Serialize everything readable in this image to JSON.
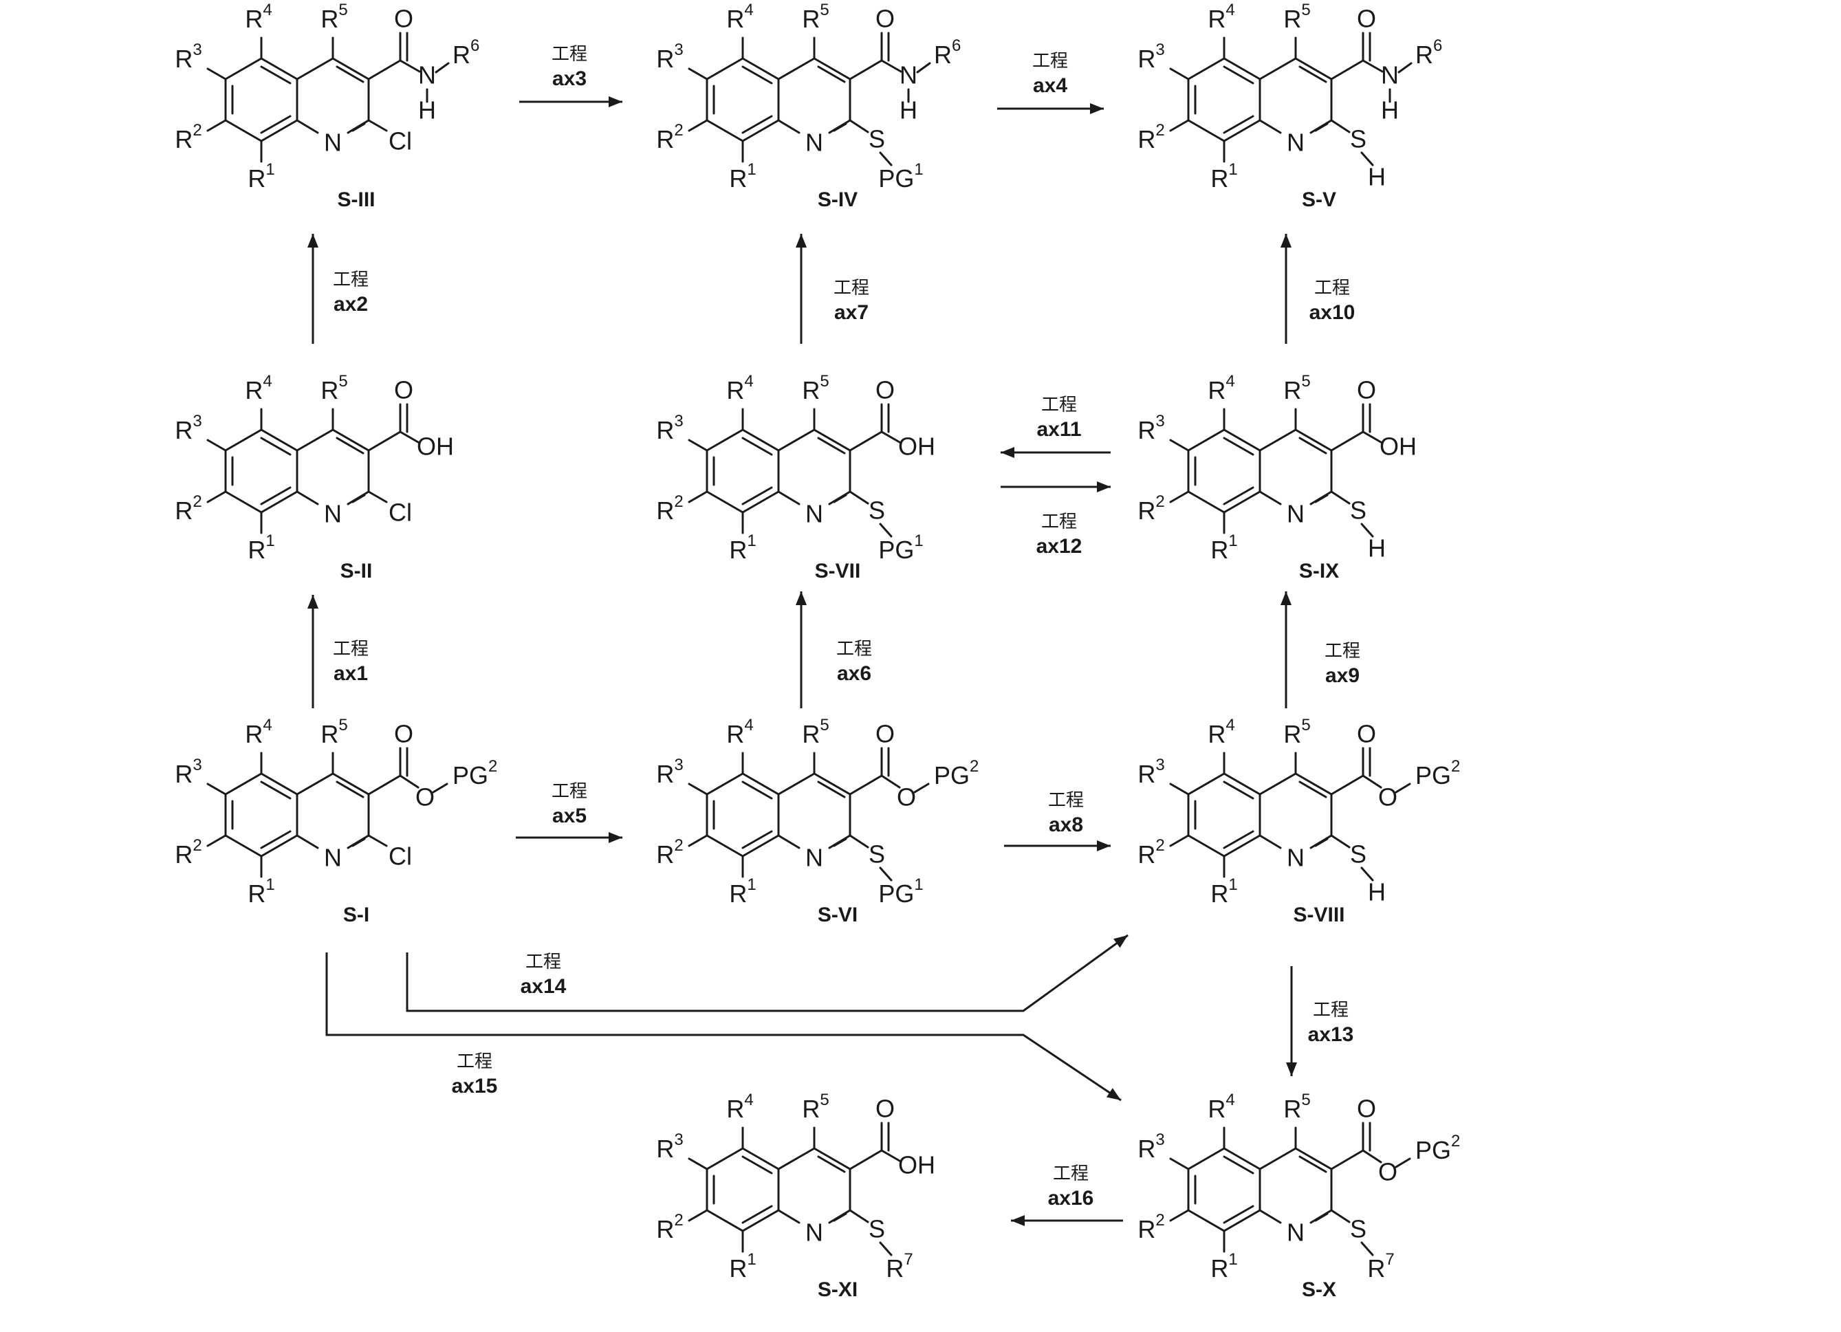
{
  "compounds": [
    {
      "id": "S-I",
      "label": "S-I",
      "ox": 230,
      "oy": 1040,
      "sub3": "ester",
      "sub2": "Cl"
    },
    {
      "id": "S-II",
      "label": "S-II",
      "ox": 230,
      "oy": 540,
      "sub3": "acid",
      "sub2": "Cl"
    },
    {
      "id": "S-III",
      "label": "S-III",
      "ox": 230,
      "oy": 0,
      "sub3": "amide",
      "sub2": "Cl"
    },
    {
      "id": "S-IV",
      "label": "S-IV",
      "ox": 930,
      "oy": 0,
      "sub3": "amide",
      "sub2": "SPG1"
    },
    {
      "id": "S-V",
      "label": "S-V",
      "ox": 1630,
      "oy": 0,
      "sub3": "amide",
      "sub2": "SH"
    },
    {
      "id": "S-VI",
      "label": "S-VI",
      "ox": 930,
      "oy": 1040,
      "sub3": "ester",
      "sub2": "SPG1"
    },
    {
      "id": "S-VII",
      "label": "S-VII",
      "ox": 930,
      "oy": 540,
      "sub3": "acid",
      "sub2": "SPG1"
    },
    {
      "id": "S-VIII",
      "label": "S-VIII",
      "ox": 1630,
      "oy": 1040,
      "sub3": "ester",
      "sub2": "SH"
    },
    {
      "id": "S-IX",
      "label": "S-IX",
      "ox": 1630,
      "oy": 540,
      "sub3": "acid",
      "sub2": "SH"
    },
    {
      "id": "S-X",
      "label": "S-X",
      "ox": 1630,
      "oy": 1585,
      "sub3": "ester",
      "sub2": "SR7"
    },
    {
      "id": "S-XI",
      "label": "S-XI",
      "ox": 930,
      "oy": 1585,
      "sub3": "acid",
      "sub2": "SR7"
    }
  ],
  "steps": [
    {
      "id": "ax1",
      "prefix": "工程",
      "label": "ax1"
    },
    {
      "id": "ax2",
      "prefix": "工程",
      "label": "ax2"
    },
    {
      "id": "ax3",
      "prefix": "工程",
      "label": "ax3"
    },
    {
      "id": "ax4",
      "prefix": "工程",
      "label": "ax4"
    },
    {
      "id": "ax5",
      "prefix": "工程",
      "label": "ax5"
    },
    {
      "id": "ax6",
      "prefix": "工程",
      "label": "ax6"
    },
    {
      "id": "ax7",
      "prefix": "工程",
      "label": "ax7"
    },
    {
      "id": "ax8",
      "prefix": "工程",
      "label": "ax8"
    },
    {
      "id": "ax9",
      "prefix": "工程",
      "label": "ax9"
    },
    {
      "id": "ax10",
      "prefix": "工程",
      "label": "ax10"
    },
    {
      "id": "ax11",
      "prefix": "工程",
      "label": "ax11"
    },
    {
      "id": "ax12",
      "prefix": "工程",
      "label": "ax12"
    },
    {
      "id": "ax13",
      "prefix": "工程",
      "label": "ax13"
    },
    {
      "id": "ax14",
      "prefix": "工程",
      "label": "ax14"
    },
    {
      "id": "ax15",
      "prefix": "工程",
      "label": "ax15"
    },
    {
      "id": "ax16",
      "prefix": "工程",
      "label": "ax16"
    }
  ],
  "text": {
    "R": "R",
    "N": "N",
    "O": "O",
    "S": "S",
    "H": "H",
    "Cl": "Cl",
    "OH": "OH",
    "PG": "PG",
    "sup": {
      "1": "1",
      "2": "2",
      "3": "3",
      "4": "4",
      "5": "5",
      "6": "6",
      "7": "7"
    }
  }
}
